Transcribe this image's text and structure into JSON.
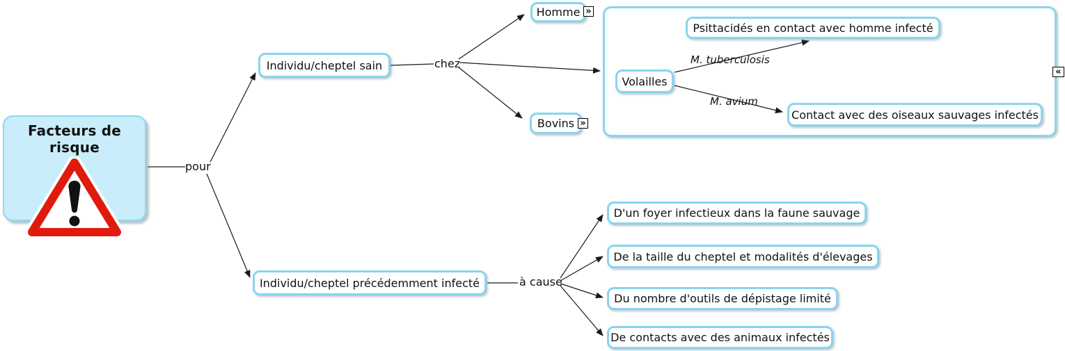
{
  "root_node": {
    "label": "Facteurs de risque",
    "icon": "warning-triangle-icon"
  },
  "nodes": {
    "sain": "Individu/cheptel sain",
    "homme": "Homme",
    "bovins": "Bovins",
    "psittacides": "Psittacidés en contact avec homme infecté",
    "volailles": "Volailles",
    "contact_oiseaux": "Contact avec des oiseaux sauvages infectés",
    "infecte": "Individu/cheptel précédemment infecté",
    "cause1": "D'un foyer infectieux dans la faune sauvage",
    "cause2": "De la taille du cheptel et modalités d'élevages",
    "cause3": "Du nombre d'outils de dépistage limité",
    "cause4": "De contacts avec des animaux infectés"
  },
  "link_labels": {
    "pour": "pour",
    "chez": "chez",
    "a_cause": "à cause",
    "m_tuberculosis": "M. tuberculosis",
    "m_avium": "M. avium"
  },
  "icons": {
    "expand_glyph": "»",
    "collapse_glyph": "«"
  },
  "colors": {
    "node_border": "#87d5ee",
    "root_fill": "#c9edfa",
    "root_border": "#8ed9f0",
    "triangle_red": "#e01b0e",
    "line_black": "#1a1a1a"
  }
}
